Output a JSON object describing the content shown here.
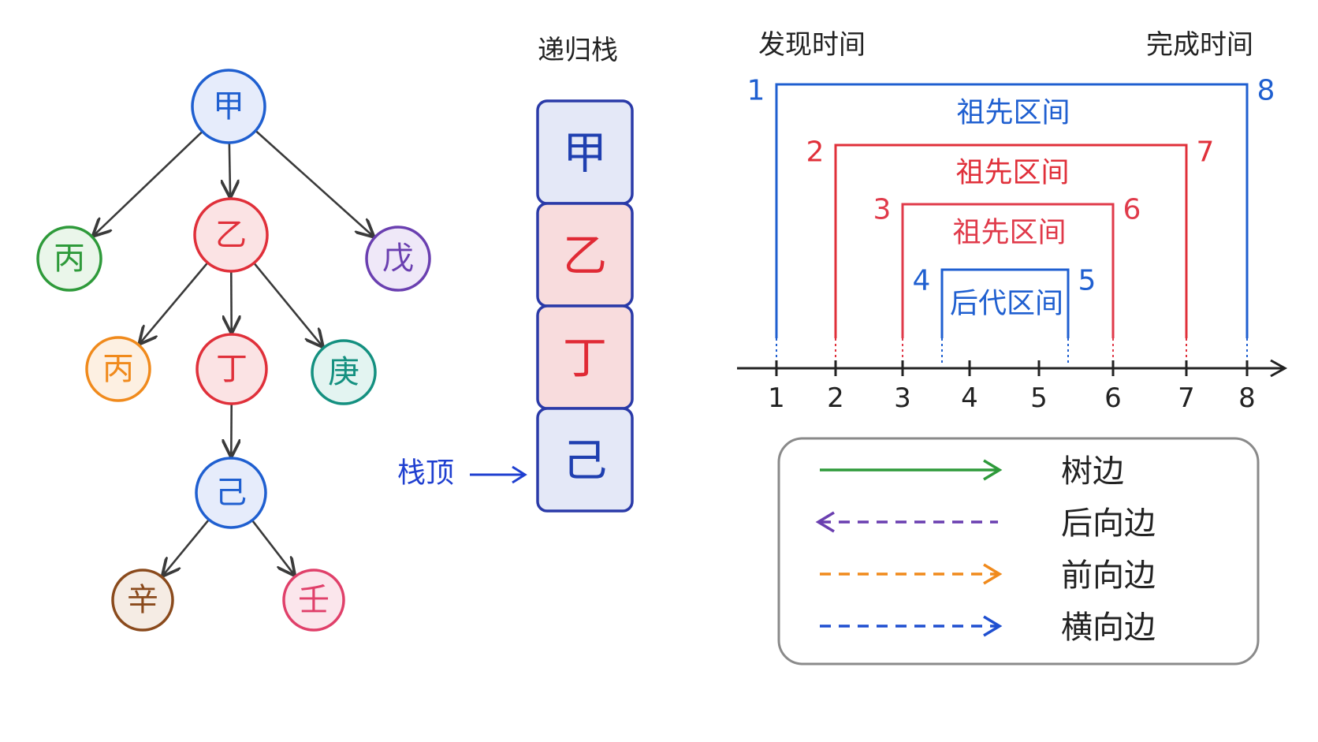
{
  "tree": {
    "nodes": [
      {
        "id": "jia",
        "label": "甲",
        "color": "#1f5fd0",
        "fill": "#e6ecfb"
      },
      {
        "id": "bing1",
        "label": "丙",
        "color": "#2e9a3a",
        "fill": "#eaf6ea"
      },
      {
        "id": "yi",
        "label": "乙",
        "color": "#e0303a",
        "fill": "#fbe3e4"
      },
      {
        "id": "wu",
        "label": "戊",
        "color": "#6a3fb0",
        "fill": "#efe8f8"
      },
      {
        "id": "bing2",
        "label": "丙",
        "color": "#f08a1c",
        "fill": "#fdf0e2"
      },
      {
        "id": "ding",
        "label": "丁",
        "color": "#e0303a",
        "fill": "#fbe3e4"
      },
      {
        "id": "geng",
        "label": "庚",
        "color": "#149080",
        "fill": "#e3f4f1"
      },
      {
        "id": "ji",
        "label": "己",
        "color": "#1f5fd0",
        "fill": "#e6ecfb"
      },
      {
        "id": "xin",
        "label": "辛",
        "color": "#8a4a1c",
        "fill": "#f5ece4"
      },
      {
        "id": "ren",
        "label": "壬",
        "color": "#e0406a",
        "fill": "#fbe6ec"
      }
    ],
    "edges": [
      [
        "jia",
        "bing1"
      ],
      [
        "jia",
        "yi"
      ],
      [
        "jia",
        "wu"
      ],
      [
        "yi",
        "bing2"
      ],
      [
        "yi",
        "ding"
      ],
      [
        "yi",
        "geng"
      ],
      [
        "ding",
        "ji"
      ],
      [
        "ji",
        "xin"
      ],
      [
        "ji",
        "ren"
      ]
    ]
  },
  "stack": {
    "title": "递归栈",
    "top_label": "栈顶",
    "items": [
      {
        "label": "甲",
        "color": "#1f3fb0",
        "fill": "#e4e8f7"
      },
      {
        "label": "乙",
        "color": "#e02a35",
        "fill": "#f8dcdd"
      },
      {
        "label": "丁",
        "color": "#e02a35",
        "fill": "#f8dcdd"
      },
      {
        "label": "己",
        "color": "#1f3fb0",
        "fill": "#e4e8f7"
      }
    ]
  },
  "intervals": {
    "discover_title": "发现时间",
    "finish_title": "完成时间",
    "axis_ticks": [
      "1",
      "2",
      "3",
      "4",
      "5",
      "6",
      "7",
      "8"
    ],
    "brackets": [
      {
        "start": "1",
        "end": "8",
        "label": "祖先区间",
        "color": "#1f5fd0"
      },
      {
        "start": "2",
        "end": "7",
        "label": "祖先区间",
        "color": "#e0303a"
      },
      {
        "start": "3",
        "end": "6",
        "label": "祖先区间",
        "color": "#e03a4a"
      },
      {
        "start": "4",
        "end": "5",
        "label": "后代区间",
        "color": "#1f5fd0"
      }
    ]
  },
  "legend": {
    "items": [
      {
        "label": "树边",
        "color": "#2e9a3a",
        "style": "solid",
        "direction": "right"
      },
      {
        "label": "后向边",
        "color": "#6a3fb0",
        "style": "dashed",
        "direction": "left"
      },
      {
        "label": "前向边",
        "color": "#f08a1c",
        "style": "dashed",
        "direction": "right"
      },
      {
        "label": "横向边",
        "color": "#1f4fd0",
        "style": "dashed",
        "direction": "right"
      }
    ]
  }
}
